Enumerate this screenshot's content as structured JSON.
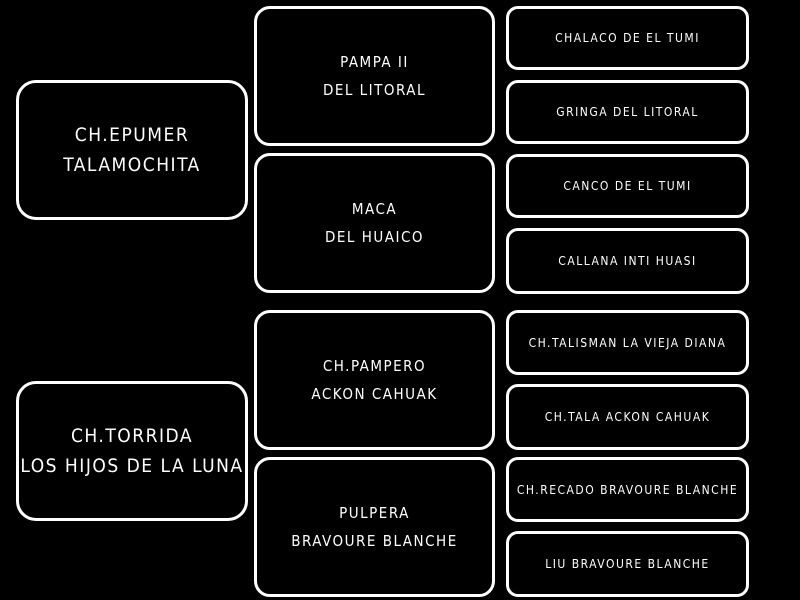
{
  "pedigree": {
    "sire": {
      "line1": "CH.EPUMER",
      "line2": "TALAMOCHITA"
    },
    "dam": {
      "line1": "CH.TORRIDA",
      "line2": "LOS HIJOS DE LA LUNA"
    },
    "sire_sire": {
      "line1": "PAMPA II",
      "line2": "DEL LITORAL"
    },
    "sire_dam": {
      "line1": "MACA",
      "line2": "DEL HUAICO"
    },
    "dam_sire": {
      "line1": "CH.PAMPERO",
      "line2": "ACKON CAHUAK"
    },
    "dam_dam": {
      "line1": "PULPERA",
      "line2": "BRAVOURE BLANCHE"
    },
    "sire_sire_sire": "CHALACO DE EL TUMI",
    "sire_sire_dam": "GRINGA DEL LITORAL",
    "sire_dam_sire": "CANCO DE EL TUMI",
    "sire_dam_dam": "CALLANA INTI HUASI",
    "dam_sire_sire": "CH.TALISMAN LA VIEJA DIANA",
    "dam_sire_dam": "CH.TALA ACKON CAHUAK",
    "dam_dam_sire": "CH.RECADO BRAVOURE BLANCHE",
    "dam_dam_dam": "LIU BRAVOURE BLANCHE"
  },
  "colors": {
    "background": "#000000",
    "border": "#ffffff",
    "text": "#ffffff"
  }
}
